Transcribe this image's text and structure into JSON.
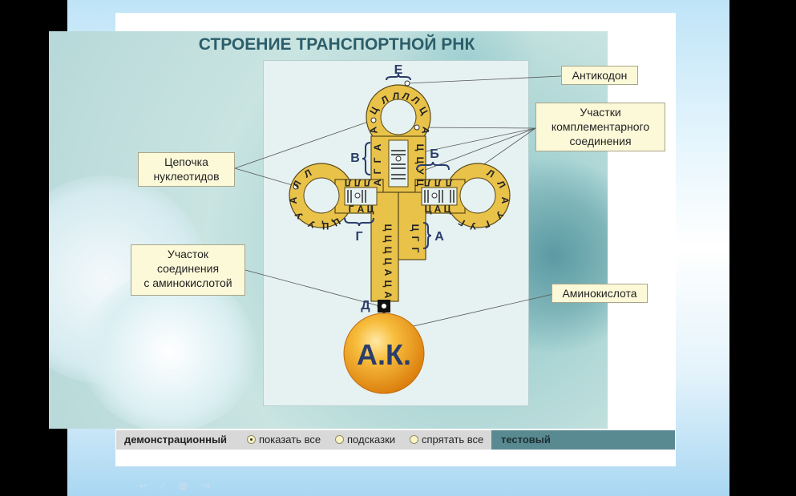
{
  "title": "СТРОЕНИЕ ТРАНСПОРТНОЙ РНК",
  "labels": {
    "anticodon": "Антикодон",
    "complementary": [
      "Участки",
      "комплементарного",
      "соединения"
    ],
    "chain": [
      "Цепочка",
      "нуклеотидов"
    ],
    "site": [
      "Участок",
      "соединения",
      "с аминокислотой"
    ],
    "aminoacid": "Аминокислота"
  },
  "letters": {
    "E": "Е",
    "B_ru": "Б",
    "V": "В",
    "G": "Г",
    "A": "А",
    "D": "Д"
  },
  "ak": "А.К.",
  "toolbar": {
    "demo": "демонстрационный",
    "show_all": "показать все",
    "hints": "подсказки",
    "hide_all": "спрятать все",
    "test": "тестовый",
    "selected": "show_all"
  },
  "colors": {
    "rna": "#e9c24a",
    "rna_dark": "#5b4a17",
    "label_bg": "#fcf9d9",
    "title": "#2c5e6a",
    "ak_orange": "#f2a11a"
  }
}
